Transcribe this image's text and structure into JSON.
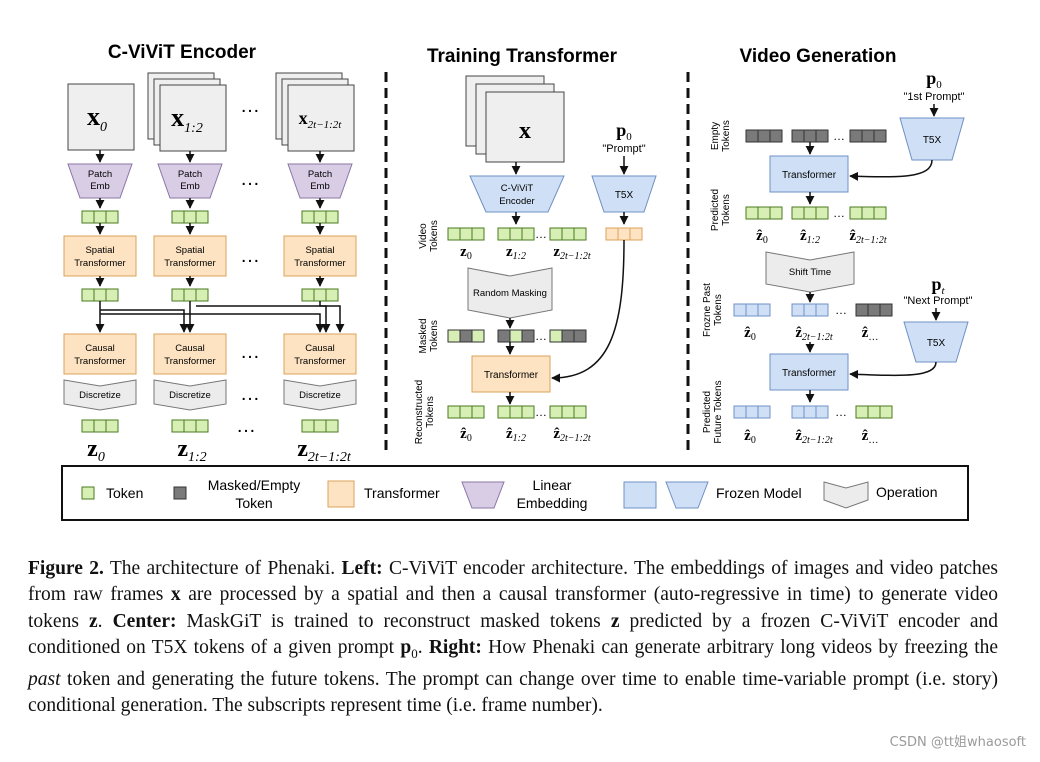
{
  "sections": {
    "encoder_title": "C-ViViT Encoder",
    "training_title": "Training Transformer",
    "generation_title": "Video Generation"
  },
  "encoder": {
    "frames": [
      "x",
      "x",
      "x"
    ],
    "frame_subs": [
      "0",
      "1:2",
      "2t−1:2t"
    ],
    "dots": "…",
    "patch_emb": [
      "Patch",
      "Emb"
    ],
    "spatial": [
      "Spatial",
      "Transformer"
    ],
    "causal": [
      "Causal",
      "Transformer"
    ],
    "discretize": "Discretize",
    "outputs": [
      "z",
      "z",
      "z"
    ],
    "output_subs": [
      "0",
      "1:2",
      "2t−1:2t"
    ]
  },
  "training": {
    "frame": "x",
    "prompt_var": "p",
    "prompt_sub": "0",
    "prompt_text": "\"Prompt\"",
    "cvivit": [
      "C-ViViT",
      "Encoder"
    ],
    "t5x": "T5X",
    "row_video": [
      "Video",
      "Tokens"
    ],
    "video_subs": [
      "0",
      "1:2",
      "2t−1:2t"
    ],
    "random_masking": "Random Masking",
    "row_masked": [
      "Masked",
      "Tokens"
    ],
    "transformer": "Transformer",
    "row_recon": [
      "Reconstructed",
      "Tokens"
    ],
    "recon_subs": [
      "0",
      "1:2",
      "2t−1:2t"
    ]
  },
  "generation": {
    "prompt1_var": "p",
    "prompt1_sub": "0",
    "prompt1_text": "\"1st Prompt\"",
    "t5x": "T5X",
    "row_empty": [
      "Empty",
      "Tokens"
    ],
    "transformer": "Transformer",
    "row_pred": [
      "Predicted",
      "Tokens"
    ],
    "pred_subs": [
      "0",
      "1:2",
      "2t−1:2t"
    ],
    "shift_time": "Shift Time",
    "prompt2_var": "p",
    "prompt2_sub": "t",
    "prompt2_text": "\"Next Prompt\"",
    "row_frozen": [
      "Frozne Past",
      "Tokens"
    ],
    "frozen_subs": [
      "0",
      "2t−1:2t",
      "…"
    ],
    "row_future": [
      "Predicted",
      "Future Tokens"
    ],
    "future_subs": [
      "0",
      "2t−1:2t",
      "…"
    ]
  },
  "legend": {
    "token": "Token",
    "masked": [
      "Masked/Empty",
      "Token"
    ],
    "transformer": "Transformer",
    "linear": [
      "Linear",
      "Embedding"
    ],
    "frozen": "Frozen Model",
    "operation": "Operation"
  },
  "caption": {
    "fig_label": "Figure 2.",
    "s1": " The architecture of Phenaki. ",
    "left": "Left:",
    "s2": " C-ViViT  encoder architecture. The embeddings of images and video patches from raw frames ",
    "x": "x",
    "s3": " are processed by a spatial and then a causal transformer (auto-regressive in time) to generate video tokens ",
    "z": "z",
    "s4": ". ",
    "center": "Center:",
    "s5": " MaskGiT is trained to reconstruct masked tokens ",
    "z2": "z",
    "s6": " predicted by a frozen C-ViViT  encoder and conditioned on T5X tokens of a given prompt ",
    "p": "p",
    "psub": "0",
    "s7": ". ",
    "right": "Right:",
    "s8": " How Phenaki can generate arbitrary long videos by freezing the ",
    "past": "past",
    "s9": " token and generating the future tokens. The prompt can change over time to enable time-variable prompt (i.e. story) conditional generation. The subscripts represent time (i.e. frame number)."
  },
  "watermark": "CSDN @tt姐whaosoft",
  "colors": {
    "token": "#d7efb5",
    "token_border": "#4a7a1e",
    "masked": "#7a7a7a",
    "transformer": "#fde3c2",
    "transformer_border": "#d9a35a",
    "patch": "#d9cde6",
    "patch_border": "#8a76a6",
    "frozen": "#cfe0f6",
    "frozen_border": "#6f90c4",
    "operation": "#ececec",
    "frame": "#efefef"
  }
}
